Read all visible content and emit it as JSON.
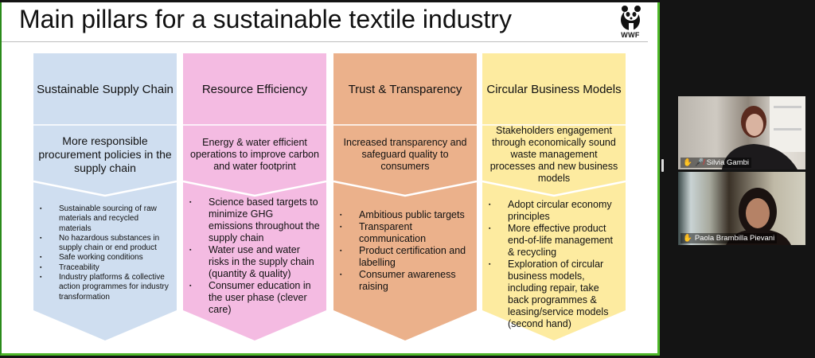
{
  "slide": {
    "title": "Main pillars for a sustainable textile industry",
    "logo_text": "WWF",
    "columns": [
      {
        "header": "Sustainable Supply Chain",
        "summary": "More responsible procurement policies in the supply chain",
        "color": "#cfdef0",
        "bullets": [
          "Sustainable sourcing of raw materials and recycled materials",
          "No hazardous substances in supply chain or end product",
          "Safe working conditions",
          "Traceability",
          "Industry platforms & collective action programmes for industry transformation"
        ]
      },
      {
        "header": "Resource Efficiency",
        "summary": "Energy & water efficient operations to improve carbon and water footprint",
        "color": "#f4bbe2",
        "bullets": [
          "Science based targets to minimize GHG emissions throughout the supply chain",
          "Water use and water risks in the supply chain (quantity & quality)",
          "Consumer education in the user phase (clever care)"
        ]
      },
      {
        "header": "Trust & Transparency",
        "summary": "Increased transparency and safeguard quality to consumers",
        "color": "#ebb18b",
        "bullets": [
          "Ambitious public targets",
          "Transparent communication",
          "Product certification and labelling",
          "Consumer awareness raising"
        ]
      },
      {
        "header": "Circular Business Models",
        "summary": "Stakeholders engagement through economically sound waste management processes and new business models",
        "color": "#fdeba0",
        "bullets": [
          "Adopt circular economy principles",
          "More effective product end-of-life management  & recycling",
          "Exploration of circular business models, including repair, take back programmes & leasing/service models (second hand)"
        ]
      }
    ]
  },
  "participants": [
    {
      "name": "Silvia Gambi",
      "muted": true
    },
    {
      "name": "Paola Brambilla Pievani",
      "muted": false
    }
  ]
}
